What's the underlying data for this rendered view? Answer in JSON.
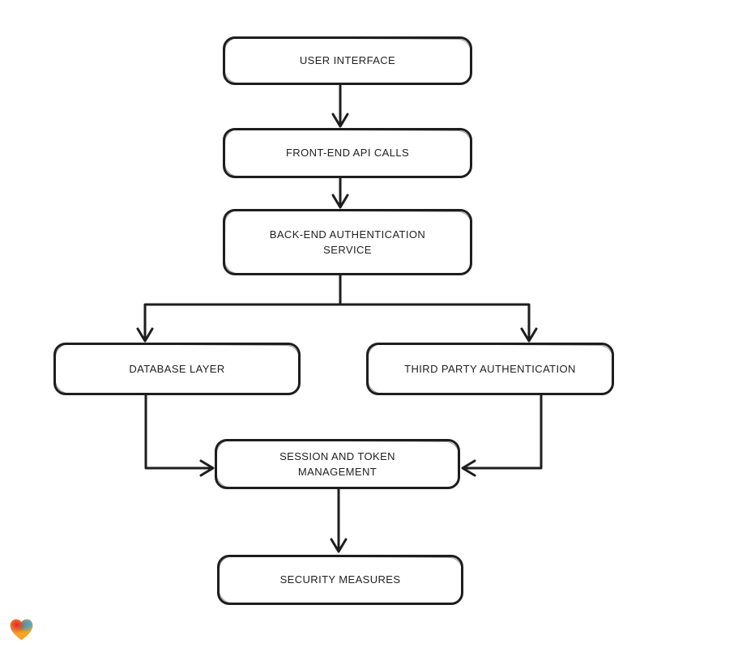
{
  "page": {
    "background": "#ffffff",
    "ink_color": "#1e1e1e"
  },
  "diagram": {
    "type": "flowchart",
    "direction": "top-down",
    "nodes": [
      {
        "id": "user-interface",
        "label": "USER INTERFACE"
      },
      {
        "id": "front-end-api-calls",
        "label": "FRONT-END API CALLS"
      },
      {
        "id": "back-end-authentication-service",
        "label": "BACK-END AUTHENTICATION SERVICE"
      },
      {
        "id": "database-layer",
        "label": "DATABASE LAYER"
      },
      {
        "id": "third-party-authentication",
        "label": "THIRD PARTY AUTHENTICATION"
      },
      {
        "id": "session-and-token-management",
        "label": "SESSION AND TOKEN MANAGEMENT"
      },
      {
        "id": "security-measures",
        "label": "SECURITY MEASURES"
      }
    ],
    "edges": [
      {
        "from": "user-interface",
        "to": "front-end-api-calls"
      },
      {
        "from": "front-end-api-calls",
        "to": "back-end-authentication-service"
      },
      {
        "from": "back-end-authentication-service",
        "to": "database-layer"
      },
      {
        "from": "back-end-authentication-service",
        "to": "third-party-authentication"
      },
      {
        "from": "database-layer",
        "to": "session-and-token-management"
      },
      {
        "from": "third-party-authentication",
        "to": "session-and-token-management"
      },
      {
        "from": "session-and-token-management",
        "to": "security-measures"
      }
    ]
  },
  "branding": {
    "logo": "gradient-heart",
    "logo_colors": {
      "red": "#e8262d",
      "blue": "#2f9fe8",
      "green": "#52a949",
      "orange": "#f7a327"
    }
  }
}
